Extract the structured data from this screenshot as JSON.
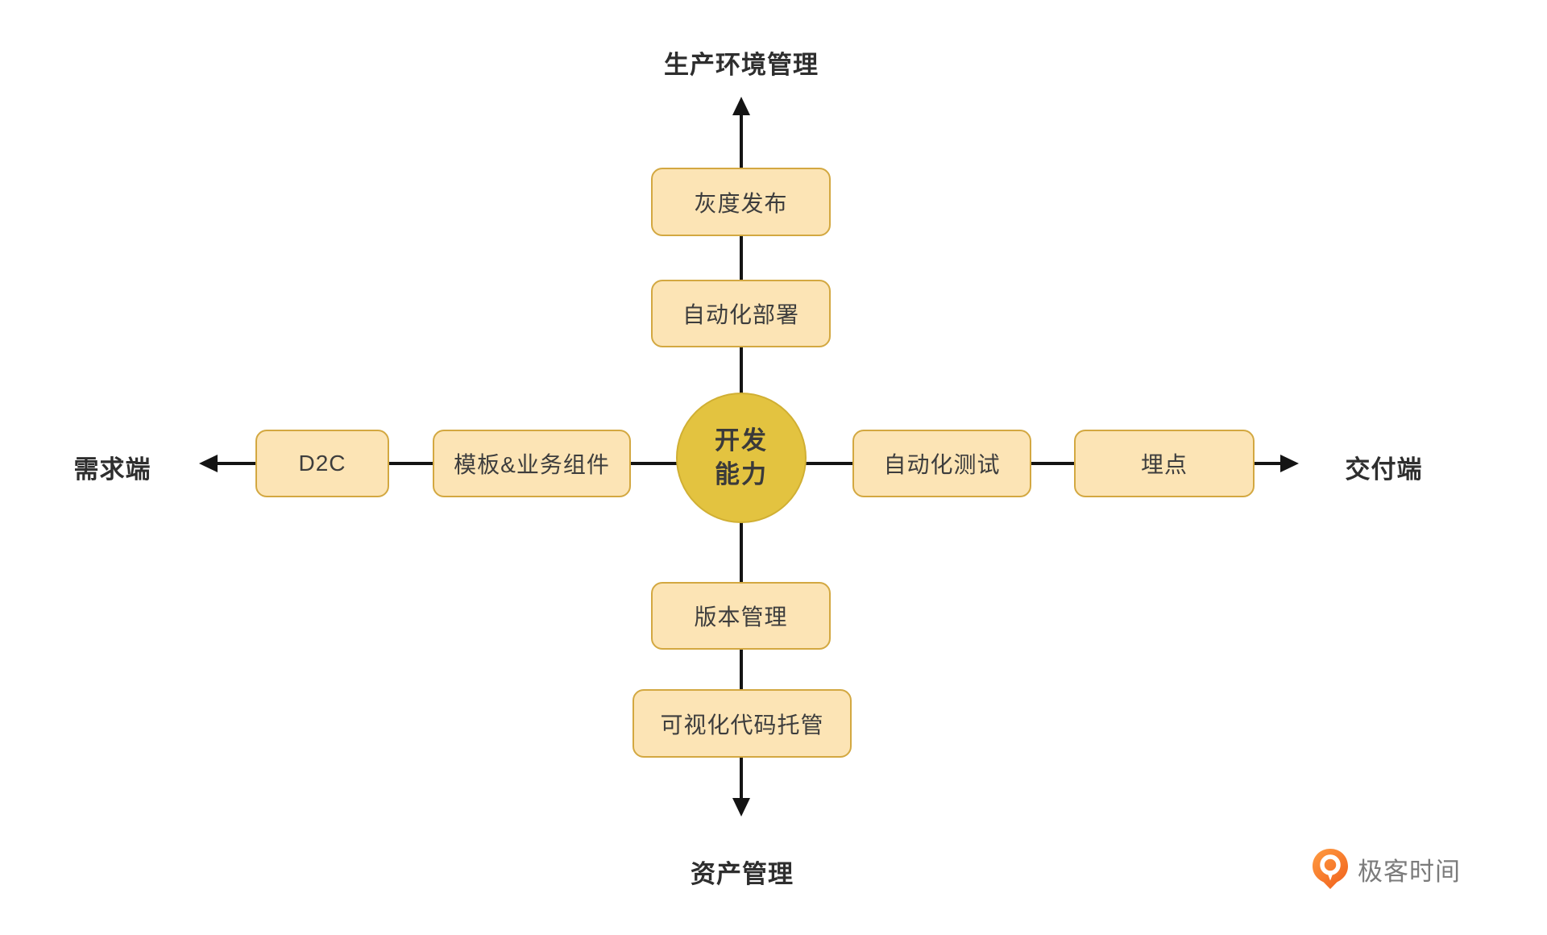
{
  "axes": {
    "top": "生产环境管理",
    "left": "需求端",
    "right": "交付端",
    "bottom": "资产管理"
  },
  "center": {
    "line1": "开发",
    "line2": "能力"
  },
  "nodes": {
    "top_outer": "灰度发布",
    "top_inner": "自动化部署",
    "left_outer": "D2C",
    "left_inner": "模板&业务组件",
    "right_inner": "自动化测试",
    "right_outer": "埋点",
    "bottom_inner": "版本管理",
    "bottom_outer": "可视化代码托管"
  },
  "branding": {
    "name": "极客时间"
  },
  "icons": {
    "arrow_up": "arrow-up-icon",
    "arrow_down": "arrow-down-icon",
    "arrow_left": "arrow-left-icon",
    "arrow_right": "arrow-right-icon",
    "logo": "geektime-pin-icon"
  },
  "colors": {
    "node_fill": "#FCE4B5",
    "node_border": "#D3A841",
    "node_text": "#3D3D3D",
    "center_fill": "#E3C340",
    "center_border": "#D0AF33",
    "center_text": "#3A3A3A",
    "axis_text": "#2E2E2E",
    "line": "#141414",
    "logo_orange": "#F1641E",
    "logo_orange_light": "#FF9C42",
    "logo_text": "#7B7B7B"
  }
}
